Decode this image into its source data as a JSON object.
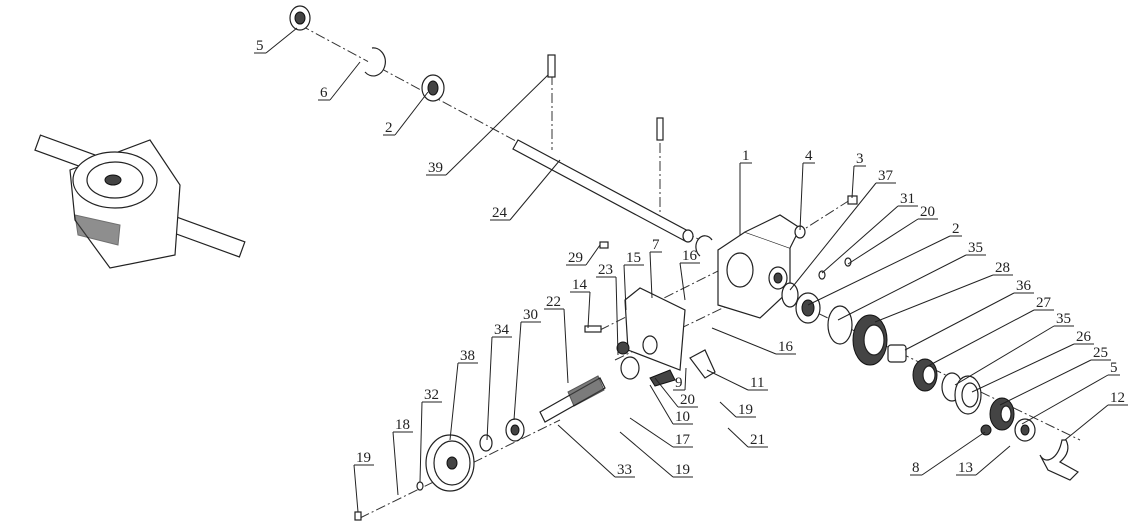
{
  "diagram": {
    "type": "exploded-parts-view",
    "callouts": [
      "5",
      "6",
      "2",
      "39",
      "24",
      "1",
      "4",
      "3",
      "37",
      "31",
      "20",
      "2",
      "35",
      "28",
      "36",
      "27",
      "35",
      "26",
      "25",
      "5",
      "12",
      "8",
      "13",
      "29",
      "15",
      "23",
      "7",
      "16",
      "14",
      "22",
      "30",
      "34",
      "38",
      "32",
      "18",
      "19",
      "16",
      "9",
      "11",
      "20",
      "10",
      "19",
      "17",
      "21",
      "19",
      "33"
    ]
  }
}
